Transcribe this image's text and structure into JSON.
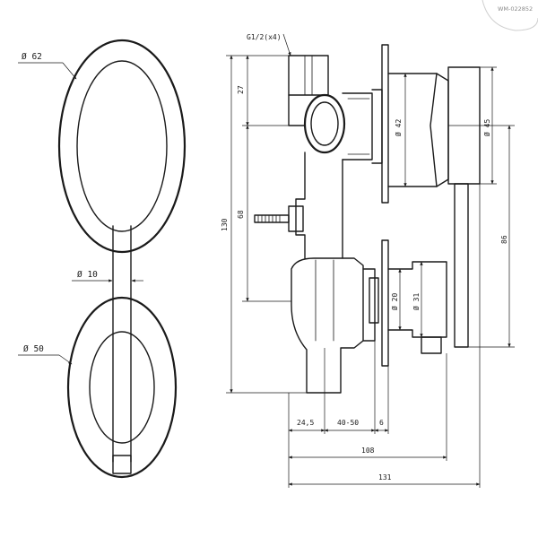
{
  "watermark": "WM-022852",
  "front_view": {
    "outer_rose_diameter": "Ø 62",
    "lever_diameter": "Ø 10",
    "lower_rose_diameter": "Ø 50"
  },
  "side_view": {
    "thread_callout": "G1/2(x4)",
    "dims": {
      "d27": "27",
      "d130": "130",
      "d68": "68",
      "d42": "Ø 42",
      "d45": "Ø 45",
      "d86": "86",
      "d20": "Ø 20",
      "d31": "Ø 31",
      "d24_5": "24,5",
      "d40_50": "40-50",
      "d6": "6",
      "d108": "108",
      "d131": "131"
    }
  }
}
